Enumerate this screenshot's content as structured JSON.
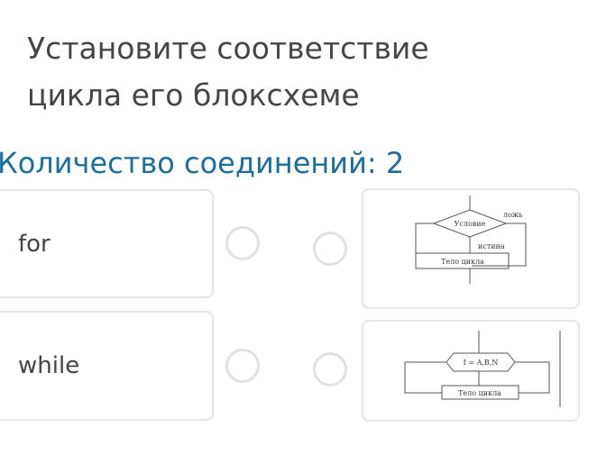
{
  "question": {
    "title": "Установите соответствие цикла его блоксхеме",
    "connections": "Количество соединений: 2"
  },
  "left_items": [
    {
      "label": "for"
    },
    {
      "label": "while"
    }
  ],
  "right_items": [
    {
      "condition": "Условие",
      "false_label": "ложь",
      "true_label": "истина",
      "body": "Тело цикла"
    },
    {
      "header": "I = A,B,N",
      "body": "Тело цикла"
    }
  ]
}
